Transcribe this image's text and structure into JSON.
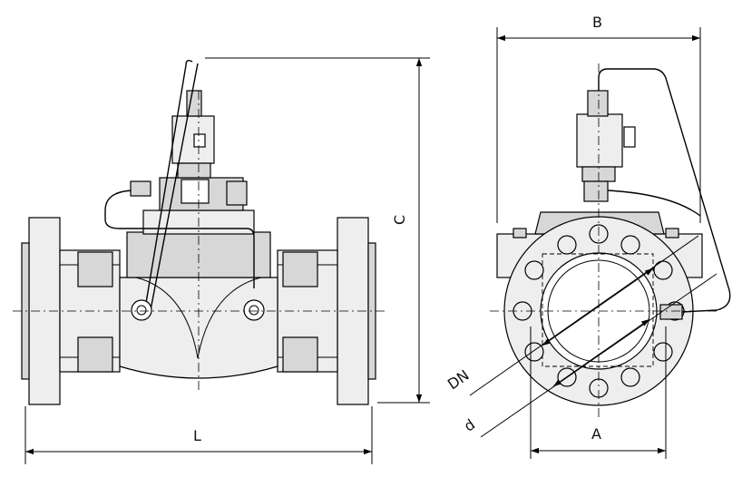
{
  "dimensions": {
    "L": "L",
    "C": "C",
    "B": "B",
    "A": "A",
    "DN": "DN",
    "d": "d"
  }
}
